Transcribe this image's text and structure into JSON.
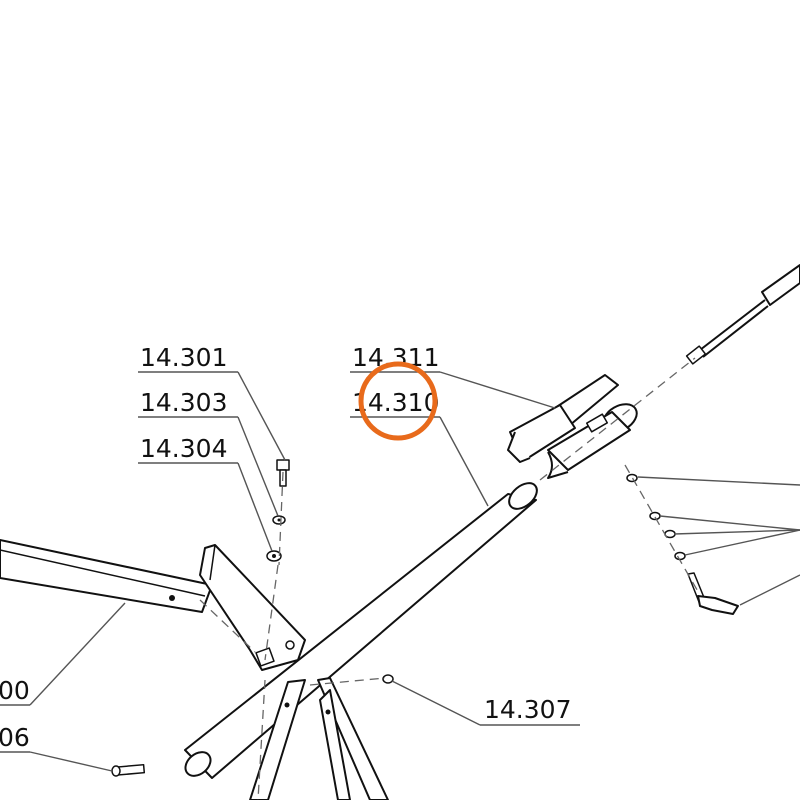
{
  "labels": {
    "l14301": "14.301",
    "l14303": "14.303",
    "l14304": "14.304",
    "l14311": "14.311",
    "l14310": "14.310",
    "l14307": "14.307",
    "l_left_upper": "00",
    "l_left_lower": "06"
  },
  "colors": {
    "line": "#111111",
    "leader": "#555555",
    "highlight_circle": "#E86A1B",
    "background": "#ffffff"
  },
  "highlight": {
    "target": "14.310",
    "shape": "circle"
  }
}
